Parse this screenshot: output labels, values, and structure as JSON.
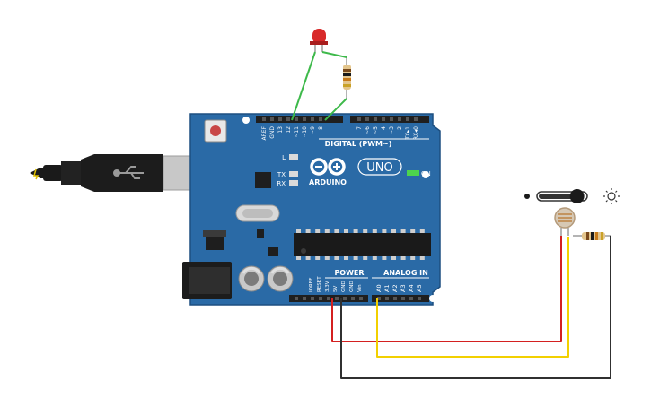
{
  "board": {
    "brand": "ARDUINO",
    "model": "UNO",
    "digital_header_label": "DIGITAL (PWM~)",
    "power_header_label": "POWER",
    "analog_header_label": "ANALOG IN",
    "led_labels": {
      "l": "L",
      "tx": "TX",
      "rx": "RX",
      "on": "ON"
    },
    "digital_pins": [
      "AREF",
      "GND",
      "13",
      "12",
      "~11",
      "~10",
      "~9",
      "8",
      "7",
      "~6",
      "~5",
      "4",
      "~3",
      "2",
      "TX▸1",
      "RX◂0"
    ],
    "power_pins": [
      "IOREF",
      "RESET",
      "3.3V",
      "5V",
      "GND",
      "GND",
      "Vin"
    ],
    "analog_pins": [
      "A0",
      "A1",
      "A2",
      "A3",
      "A4",
      "A5"
    ]
  },
  "colors": {
    "board": "#2a6aa6",
    "board_edge": "#1d4f80",
    "header": "#1f1f1f",
    "wire_green": "#3db94a",
    "wire_red": "#d42020",
    "wire_yellow": "#f2d000",
    "wire_black": "#303030",
    "led": "#d82a2a"
  },
  "light_slider": {
    "level": 0.82
  }
}
